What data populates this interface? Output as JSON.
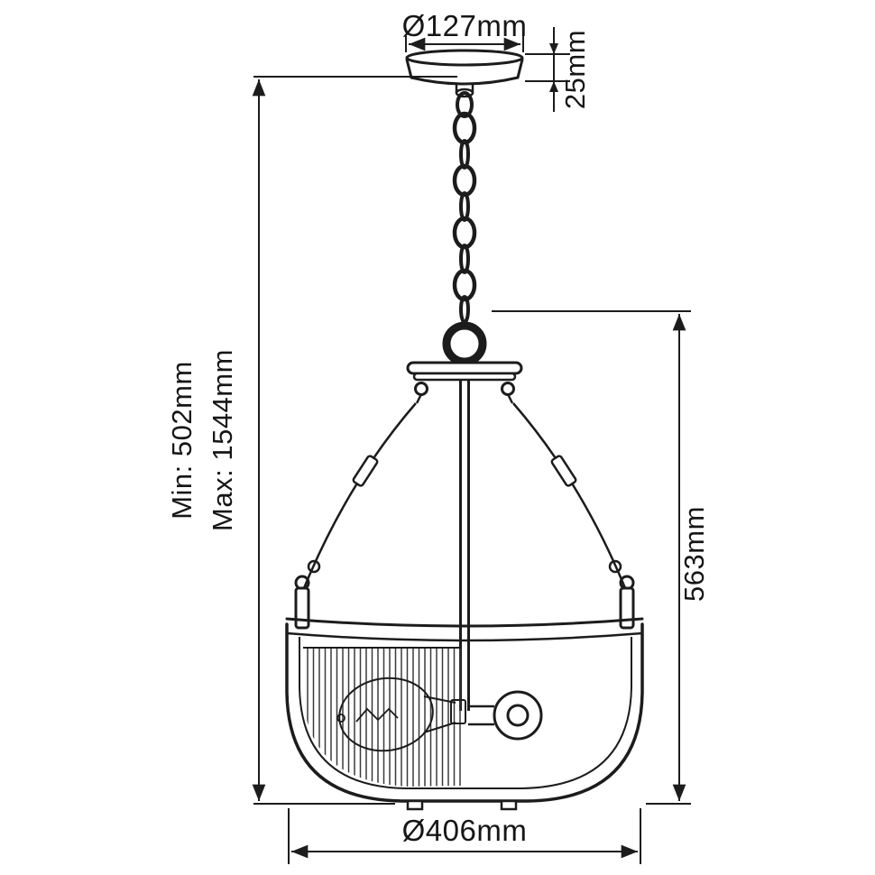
{
  "page": {
    "background": "#ffffff",
    "line_color": "#1c1c1c"
  },
  "diagram": {
    "type": "technical-dimension-drawing",
    "subject": "pendant-light-fixture-with-chain-and-bowl-shade",
    "dimensions": {
      "canopy_diameter": "Ø127mm",
      "canopy_height": "25mm",
      "drop_min": "Min: 502mm",
      "drop_max": "Max: 1544mm",
      "fixture_height": "563mm",
      "shade_diameter": "Ø406mm"
    }
  }
}
